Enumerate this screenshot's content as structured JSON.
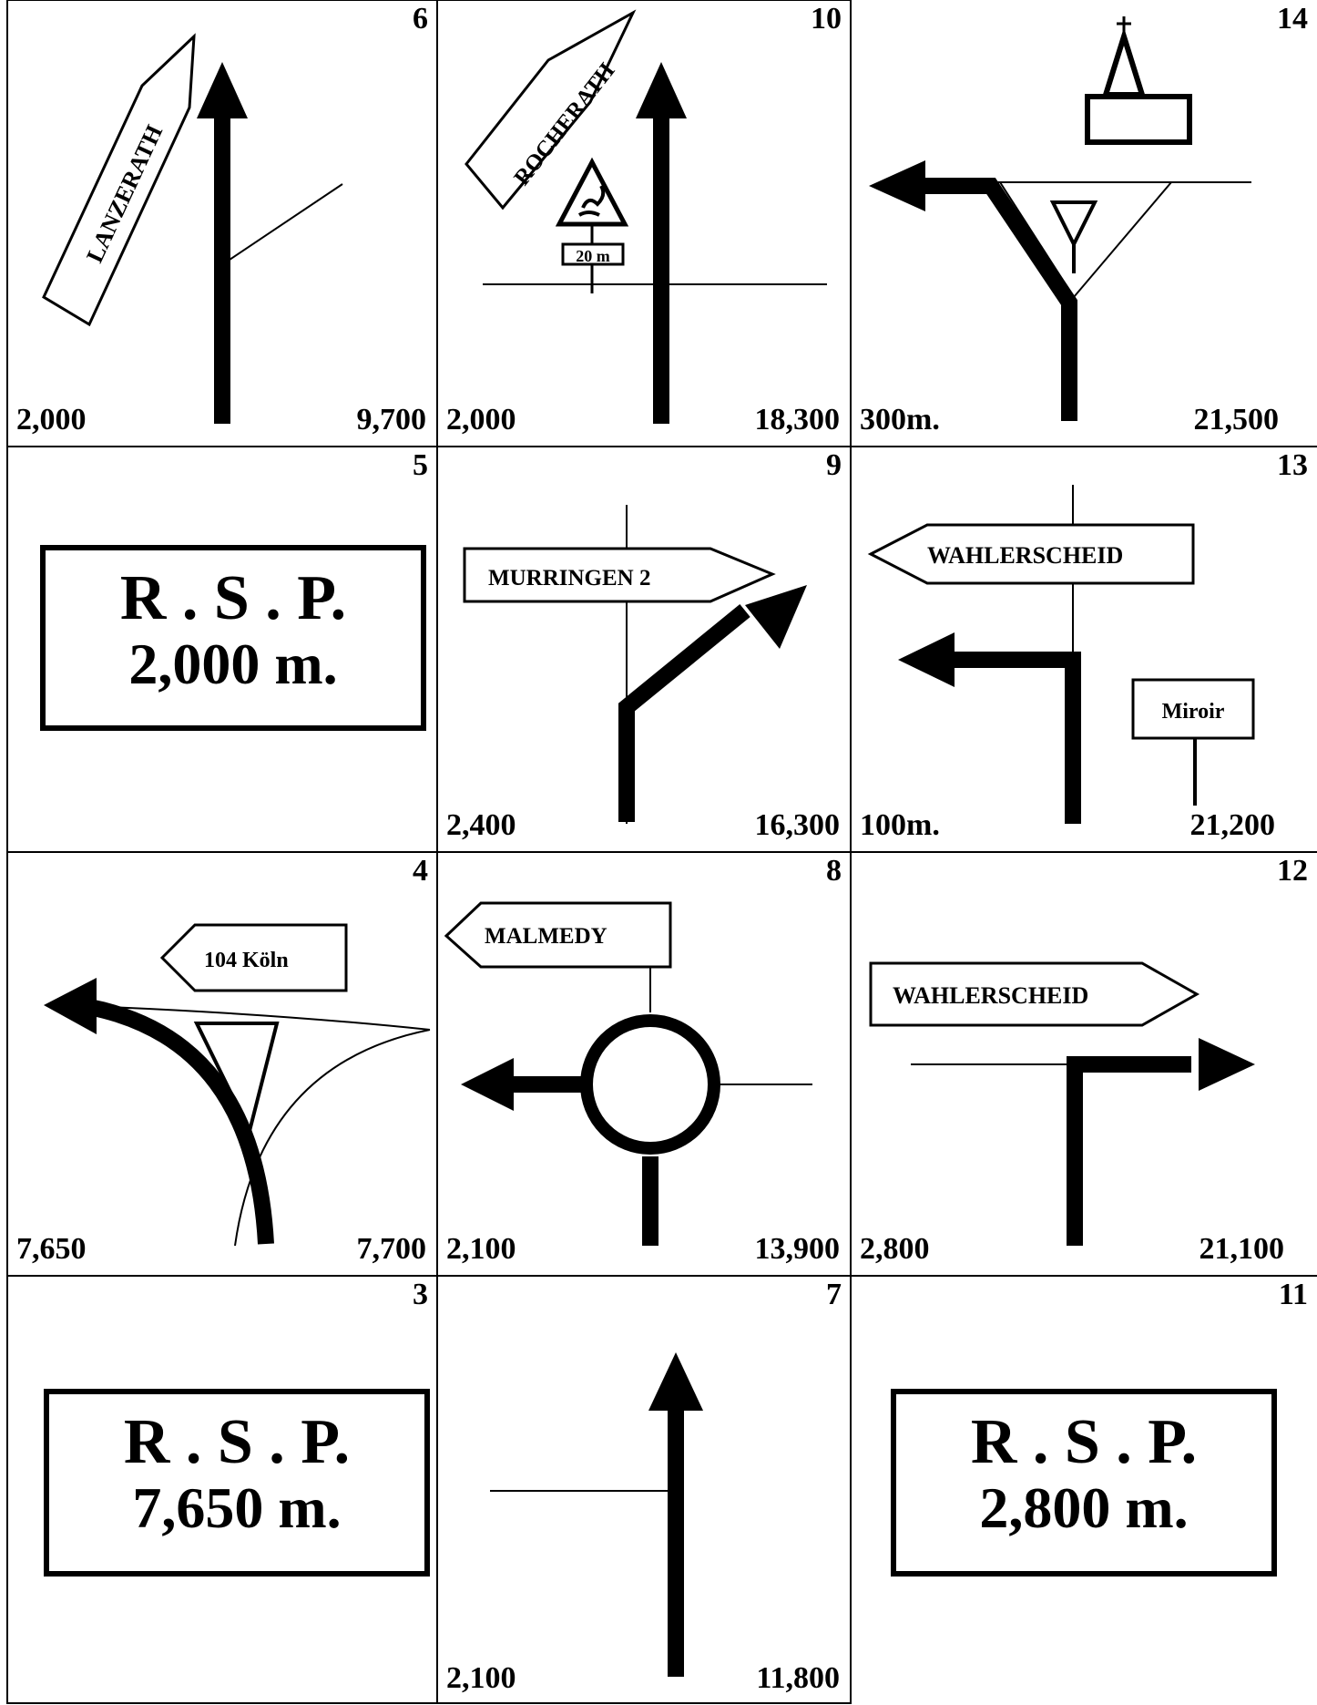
{
  "title": "",
  "cells": [
    {
      "num": "6",
      "left": "2,000",
      "right": "9,700",
      "sign": "LANZERATH"
    },
    {
      "num": "10",
      "left": "2,000",
      "right": "18,300",
      "sign": "ROCHERATH",
      "plate": "20 m"
    },
    {
      "num": "14",
      "left": "300m.",
      "right": "21,500"
    },
    {
      "num": "5",
      "box_line1": "R . S . P.",
      "box_line2": "2,000 m."
    },
    {
      "num": "9",
      "left": "2,400",
      "right": "16,300",
      "sign": "MURRINGEN 2"
    },
    {
      "num": "13",
      "left": "100m.",
      "right": "21,200",
      "sign": "WAHLERSCHEID",
      "sign2": "Miroir"
    },
    {
      "num": "4",
      "left": "7,650",
      "right": "7,700",
      "sign": "104 Köln"
    },
    {
      "num": "8",
      "left": "2,100",
      "right": "13,900",
      "sign": "MALMEDY"
    },
    {
      "num": "12",
      "left": "2,800",
      "right": "21,100",
      "sign": "WAHLERSCHEID"
    },
    {
      "num": "3",
      "box_line1": "R . S . P.",
      "box_line2": "7,650 m."
    },
    {
      "num": "7",
      "left": "2,100",
      "right": "11,800"
    },
    {
      "num": "11",
      "box_line1": "R . S . P.",
      "box_line2": "2,800 m."
    }
  ]
}
